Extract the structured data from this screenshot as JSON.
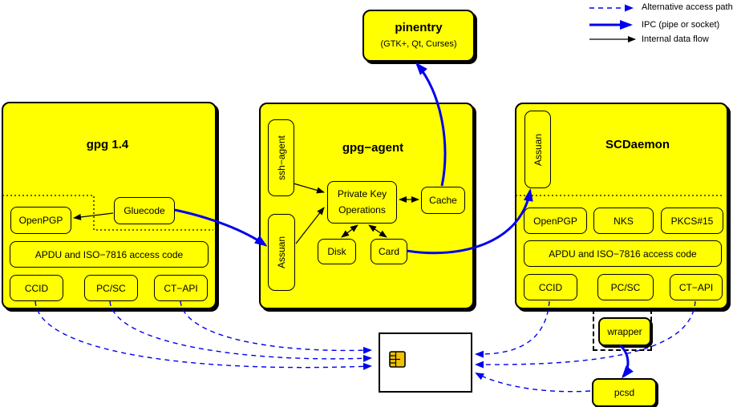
{
  "legend": {
    "alt_paths": "Alternative access paths",
    "ipc": "IPC (pipe or socket)",
    "internal": "Internal data flow"
  },
  "pinentry": {
    "title": "pinentry",
    "subtitle": "(GTK+, Qt, Curses)"
  },
  "gpg14": {
    "title": "gpg 1.4",
    "openpgp": "OpenPGP",
    "gluecode": "Gluecode",
    "apdu": "APDU and ISO−7816 access code",
    "ccid": "CCID",
    "pcsc": "PC/SC",
    "ctapi": "CT−API"
  },
  "gpg_agent": {
    "title": "gpg−agent",
    "ssh_agent": "ssh−agent",
    "assuan": "Assuan",
    "pko_line1": "Private Key",
    "pko_line2": "Operations",
    "cache": "Cache",
    "disk": "Disk",
    "card": "Card"
  },
  "scdaemon": {
    "title": "SCDaemon",
    "assuan": "Assuan",
    "openpgp": "OpenPGP",
    "nks": "NKS",
    "pkcs15": "PKCS#15",
    "apdu": "APDU and ISO−7816 access code",
    "ccid": "CCID",
    "pcsc": "PC/SC",
    "ctapi": "CT−API"
  },
  "bottom": {
    "wrapper": "wrapper",
    "pcsd": "pcsd"
  },
  "colors": {
    "box_fill": "#ffff00",
    "ipc_blue": "#0000ee",
    "line_black": "#000000",
    "chip_gold": "#f2c200"
  }
}
